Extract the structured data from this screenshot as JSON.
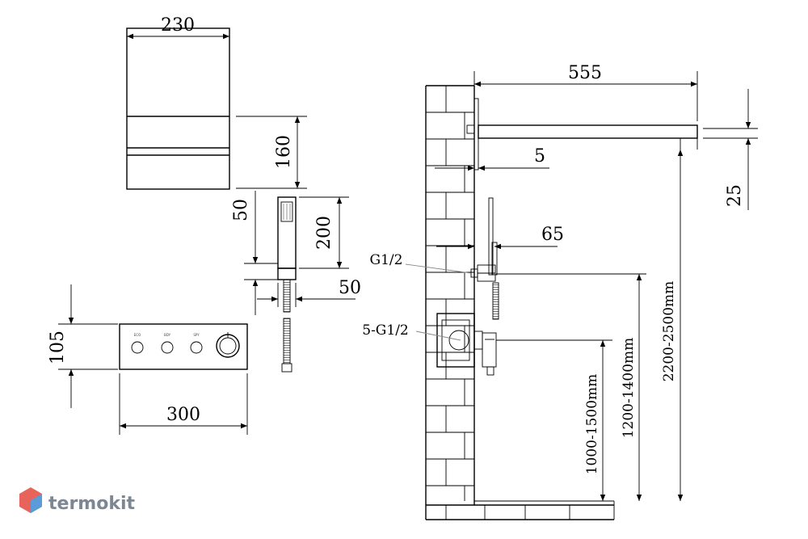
{
  "dimensions": {
    "top_unit_width": "230",
    "top_unit_height": "160",
    "handheld_offset": "50",
    "handheld_length": "200",
    "handheld_width": "50",
    "control_panel_height": "105",
    "control_panel_width": "300",
    "overhead_arm_length": "555",
    "arm_thickness": "25",
    "wall_gap": "5",
    "bar_offset": "65",
    "wall_fitting_label": "G1/2",
    "inlet_label": "5-G1/2",
    "height_1": "1000-1500",
    "height_2": "1200-1400",
    "height_3": "2200-2500",
    "height_unit": "mm"
  },
  "panel_knob_labels": [
    "ECO",
    "BDY",
    "SPY"
  ],
  "brand": {
    "name": "termokit",
    "logo_colors": [
      "#e8635a",
      "#5b9bd8",
      "#f2b3ae"
    ]
  }
}
